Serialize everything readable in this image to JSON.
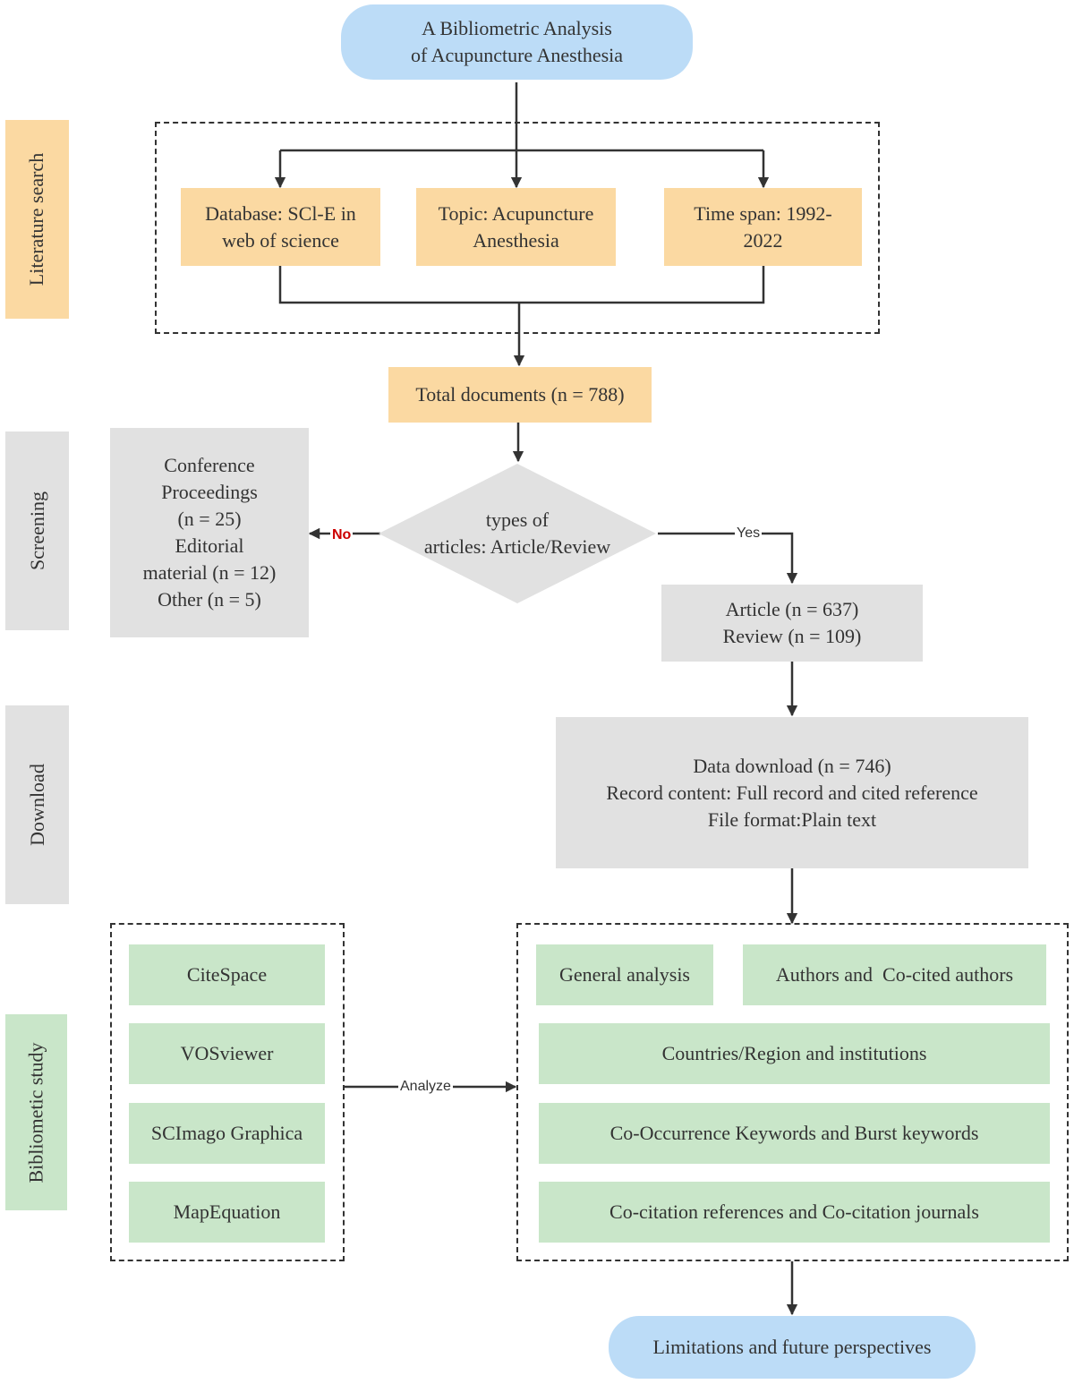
{
  "colors": {
    "orange": "#fbd9a2",
    "gray": "#e1e1e1",
    "green": "#c9e6c9",
    "blue": "#bcdcf7",
    "line": "#333333",
    "no_label": "#cc0000"
  },
  "stages": {
    "literature_search": "Literature search",
    "screening": "Screening",
    "download": "Download",
    "bibliometric_study": "Bibliometic study"
  },
  "start": {
    "line1": "A Bibliometric Analysis",
    "line2": "of Acupuncture Anesthesia"
  },
  "search": {
    "database": [
      "Database: SCl-E in",
      "web of science"
    ],
    "topic": [
      "Topic: Acupuncture",
      "Anesthesia"
    ],
    "time_span": [
      "Time span: 1992-",
      "2022"
    ]
  },
  "total": "Total documents (n = 788)",
  "decision": {
    "line1": "types of",
    "line2": "articles: Article/Review"
  },
  "edge_labels": {
    "no": "No",
    "yes": "Yes",
    "analyze": "Analyze"
  },
  "excluded": [
    "Conference",
    "Proceedings",
    "(n = 25)",
    "Editorial",
    "material (n = 12)",
    "Other (n = 5)"
  ],
  "included": [
    "Article (n = 637)",
    "Review (n = 109)"
  ],
  "download": [
    "Data download (n = 746)",
    "Record content: Full record and cited reference",
    "File format:Plain text"
  ],
  "tools": [
    "CiteSpace",
    "VOSviewer",
    "SCImago Graphica",
    "MapEquation"
  ],
  "analyses": {
    "general": "General analysis",
    "authors": "Authors and  Co-cited authors",
    "countries": "Countries/Region and institutions",
    "keywords": "Co-Occurrence Keywords and Burst keywords",
    "cocitation": "Co-citation references and Co-citation journals"
  },
  "end": "Limitations and future perspectives"
}
